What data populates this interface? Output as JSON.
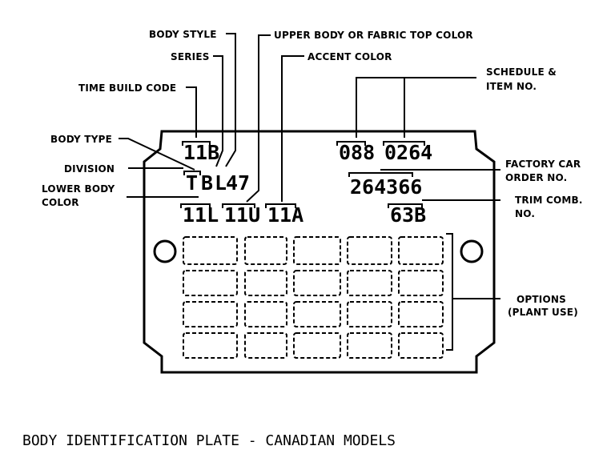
{
  "labels": {
    "body_style": "BODY STYLE",
    "upper_body_color": "UPPER BODY OR FABRIC TOP COLOR",
    "series": "SERIES",
    "accent_color": "ACCENT COLOR",
    "time_build_code": "TIME BUILD CODE",
    "schedule_line1": "SCHEDULE &",
    "schedule_line2": "ITEM NO.",
    "body_type": "BODY TYPE",
    "factory_order_line1": "FACTORY CAR",
    "factory_order_line2": "ORDER NO.",
    "division": "DIVISION",
    "lower_body_line1": "LOWER BODY",
    "lower_body_line2": "COLOR",
    "trim_line1": "TRIM COMB.",
    "trim_line2": "NO.",
    "options_line1": "OPTIONS",
    "options_line2": "(PLANT USE)"
  },
  "plate": {
    "time_build_code": "11B",
    "schedule": "088",
    "item_no": "0264",
    "division": "T",
    "body_type": "B",
    "series": "L",
    "body_style": "47",
    "factory_order": "264366",
    "lower_body_color": "11L",
    "upper_body_color": "11U",
    "accent_color": "11A",
    "trim": "63B"
  },
  "caption": "BODY IDENTIFICATION PLATE - CANADIAN MODELS"
}
